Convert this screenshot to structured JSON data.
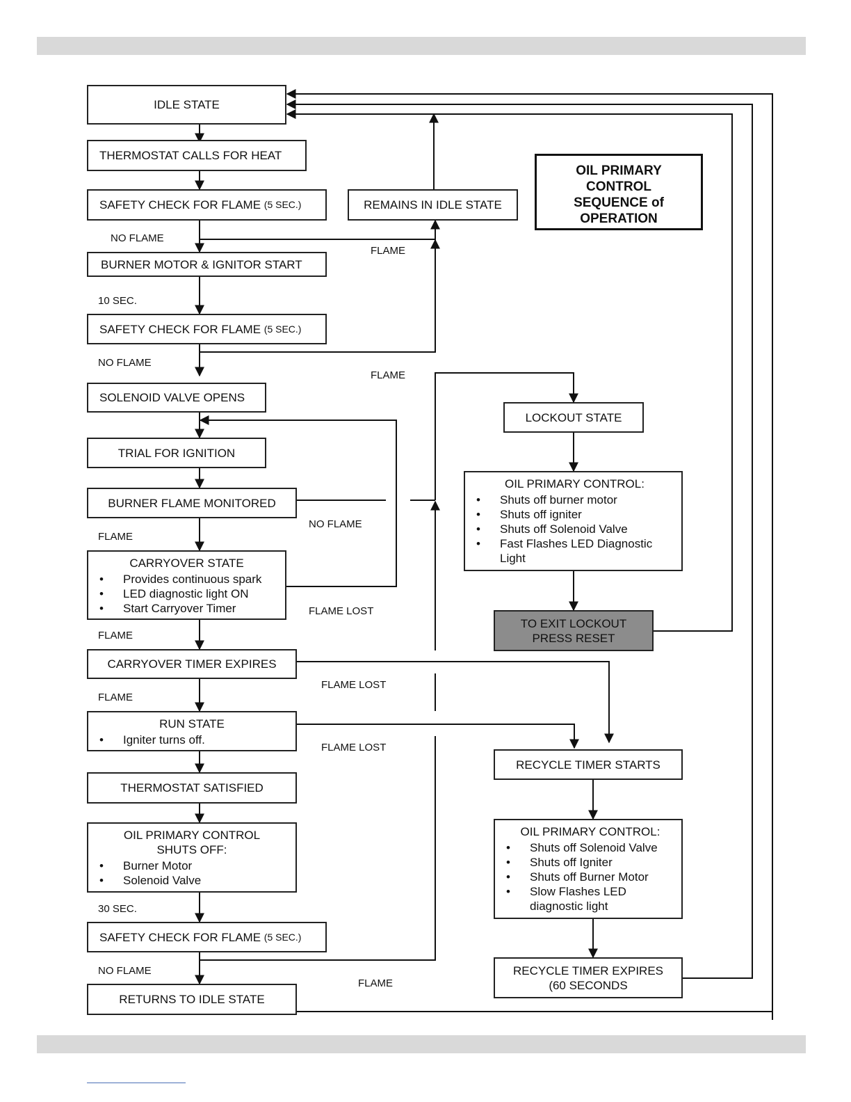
{
  "title": {
    "line1": "OIL PRIMARY",
    "line2": "CONTROL",
    "line3": "SEQUENCE of",
    "line4": "OPERATION"
  },
  "boxes": {
    "idle": "IDLE STATE",
    "thermostat_calls": "THERMOSTAT CALLS FOR HEAT",
    "safety_check_main": "SAFETY CHECK FOR FLAME",
    "safety_check_suffix": "(5 SEC.)",
    "remains_idle": "REMAINS IN IDLE STATE",
    "burner_motor": "BURNER MOTOR & IGNITOR START",
    "solenoid_opens": "SOLENOID VALVE OPENS",
    "trial_ignition": "TRIAL FOR IGNITION",
    "flame_monitored": "BURNER FLAME MONITORED",
    "carryover": {
      "title": "CARRYOVER STATE",
      "items": [
        "Provides continuous spark",
        "LED diagnostic light ON",
        "Start Carryover Timer"
      ]
    },
    "carryover_expires": "CARRYOVER TIMER EXPIRES",
    "run_state": {
      "title": "RUN STATE",
      "items": [
        "Igniter turns off."
      ]
    },
    "thermostat_satisfied": "THERMOSTAT SATISFIED",
    "shuts_off": {
      "title1": "OIL PRIMARY CONTROL",
      "title2": "SHUTS OFF:",
      "items": [
        "Burner Motor",
        "Solenoid Valve"
      ]
    },
    "returns_idle": "RETURNS TO IDLE STATE",
    "lockout": "LOCKOUT STATE",
    "lockout_control": {
      "title": "OIL PRIMARY CONTROL:",
      "items": [
        "Shuts off burner motor",
        "Shuts off igniter",
        "Shuts off Solenoid Valve",
        "Fast Flashes LED Diagnostic Light"
      ]
    },
    "exit_lockout": {
      "line1": "TO EXIT LOCKOUT",
      "line2": "PRESS RESET"
    },
    "recycle_starts": "RECYCLE TIMER STARTS",
    "recycle_control": {
      "title": "OIL PRIMARY CONTROL:",
      "items": [
        "Shuts off Solenoid Valve",
        "Shuts off Igniter",
        "Shuts off Burner Motor",
        "Slow Flashes LED diagnostic light"
      ]
    },
    "recycle_expires": {
      "line1": "RECYCLE TIMER EXPIRES",
      "line2": "(60 SECONDS"
    }
  },
  "labels": {
    "no_flame": "NO FLAME",
    "flame": "FLAME",
    "ten_sec": "10 SEC.",
    "thirty_sec": "30 SEC.",
    "flame_lost": "FLAME LOST"
  },
  "colors": {
    "line": "#111111",
    "band": "#d9d9d9",
    "reset_box": "#8c8c8c"
  }
}
